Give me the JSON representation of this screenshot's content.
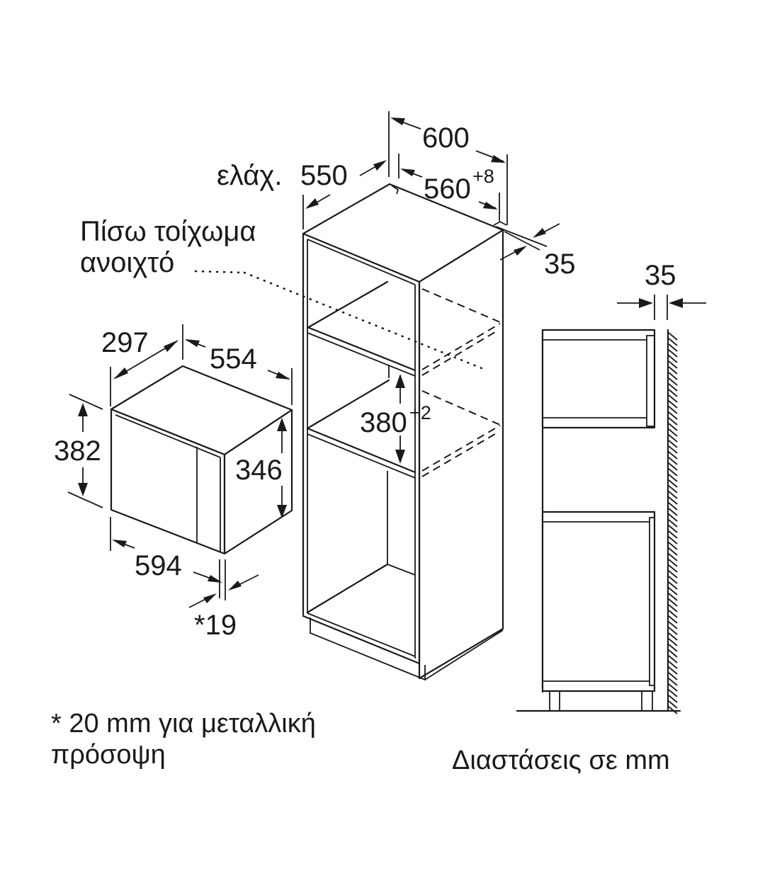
{
  "diagram": {
    "title": "Built-in microwave installation dimensions",
    "units_note": "Διαστάσεις σε mm",
    "footnote": {
      "line1": "* 20 mm για μεταλλική",
      "line2": "πρόσοψη"
    },
    "appliance": {
      "depth_label": "297",
      "width_top_label": "554",
      "height_outer_label": "382",
      "height_inner_label": "346",
      "width_front_label": "594",
      "door_thickness_label": "*19"
    },
    "tall_cabinet": {
      "min_depth_prefix": "ελάχ.",
      "min_depth_value": "550",
      "outer_width_label": "600",
      "niche_width_label": "560",
      "niche_width_tolerance": "+8",
      "niche_height_label": "380",
      "niche_height_tolerance": "+2",
      "back_gap_label": "35",
      "back_wall_note_line1": "Πίσω τοίχωμα",
      "back_wall_note_line2": "ανοιχτό"
    },
    "side_view": {
      "wall_gap_label": "35"
    },
    "colors": {
      "line": "#1a1a1a",
      "background": "#ffffff"
    }
  }
}
